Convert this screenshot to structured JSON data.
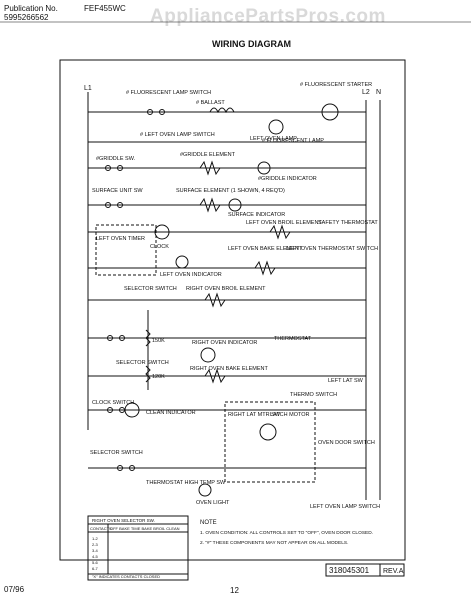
{
  "header": {
    "pub_label": "Publication No.",
    "pub_number": "5995266562",
    "model": "FEF455WC",
    "watermark": "AppliancePartsPros.com",
    "diagram_title": "WIRING DIAGRAM"
  },
  "labels": {
    "l1": "L1",
    "l2": "L2",
    "n": "N",
    "fluor_starter": "# FLUORESCENT STARTER",
    "fluor_lamp_switch": "# FLUORESCENT LAMP SWITCH",
    "ballast": "# BALLAST",
    "fluor_lamp": "# FLUORESCENT LAMP",
    "left_oven_lamp_switch": "# LEFT OVEN LAMP SWITCH",
    "left_oven_lamp": "LEFT OVEN LAMP",
    "griddle_sw": "#GRIDDLE SW.",
    "griddle_element": "#GRIDDLE ELEMENT",
    "griddle_indicator": "#GRIDDLE INDICATOR",
    "surface_unit_sw": "SURFACE UNIT SW",
    "surface_element": "SURFACE ELEMENT (1 SHOWN, 4 REQ'D)",
    "surface_indicator": "SURFACE INDICATOR",
    "clock": "CLOCK",
    "left_oven_broil": "LEFT OVEN BROIL ELEMENT",
    "safety_thermostat": "SAFETY THERMOSTAT",
    "left_oven_timer": "LEFT OVEN TIMER",
    "left_oven_indicator": "LEFT OVEN INDICATOR",
    "left_oven_bake": "LEFT OVEN BAKE ELEMENT",
    "left_oven_thermostat": "LEFT OVEN THERMOSTAT SWITCH",
    "selector_switch": "SELECTOR SWITCH",
    "right_oven_broil": "RIGHT OVEN BROIL ELEMENT",
    "res_150k": "150K",
    "res_120k": "120K",
    "right_oven_indicator": "RIGHT OVEN INDICATOR",
    "thermostat": "THERMOSTAT",
    "right_oven_bake": "RIGHT OVEN BAKE ELEMENT",
    "selector_switch_2": "SELECTOR SWITCH",
    "left_lat_sw": "LEFT LAT SW",
    "thermo_switch": "THERMO SWITCH",
    "clock_switch": "CLOCK SWITCH",
    "clean_indicator": "CLEAN INDICATOR",
    "right_lat_mtr_sw": "RIGHT LAT MTR SW",
    "latch_motor": "LATCH MOTOR",
    "oven_door_switch": "OVEN DOOR SWITCH",
    "selector_switch_3": "SELECTOR SWITCH",
    "thermostat_hi_temp": "THERMOSTAT HIGH TEMP SW",
    "oven_light": "OVEN LIGHT",
    "left_oven_lamp_switch_2": "LEFT OVEN LAMP SWITCH",
    "table_title": "RIGHT OVEN SELECTOR SW.",
    "table_contacts": "CONTACTS",
    "table_cols": "OFF BAKE TIME BAKE BROIL CLEAN",
    "table_rows": [
      "1-2",
      "2-3",
      "3-4",
      "4-5",
      "5-6",
      "6-7"
    ],
    "table_footnote": "\"X\" INDICATES CONTACTS CLOSED",
    "note_title": "NOTE",
    "note_1": "1. OVEN CONDITION: ALL CONTROLS SET TO \"OFF\", OVEN DOOR CLOSED.",
    "note_2": "2. \"#\" THESE COMPONENTS MAY NOT APPEAR ON ALL MODELS."
  },
  "footer": {
    "date": "07/96",
    "page": "12",
    "part_number": "318045301",
    "rev": "REV.A"
  }
}
